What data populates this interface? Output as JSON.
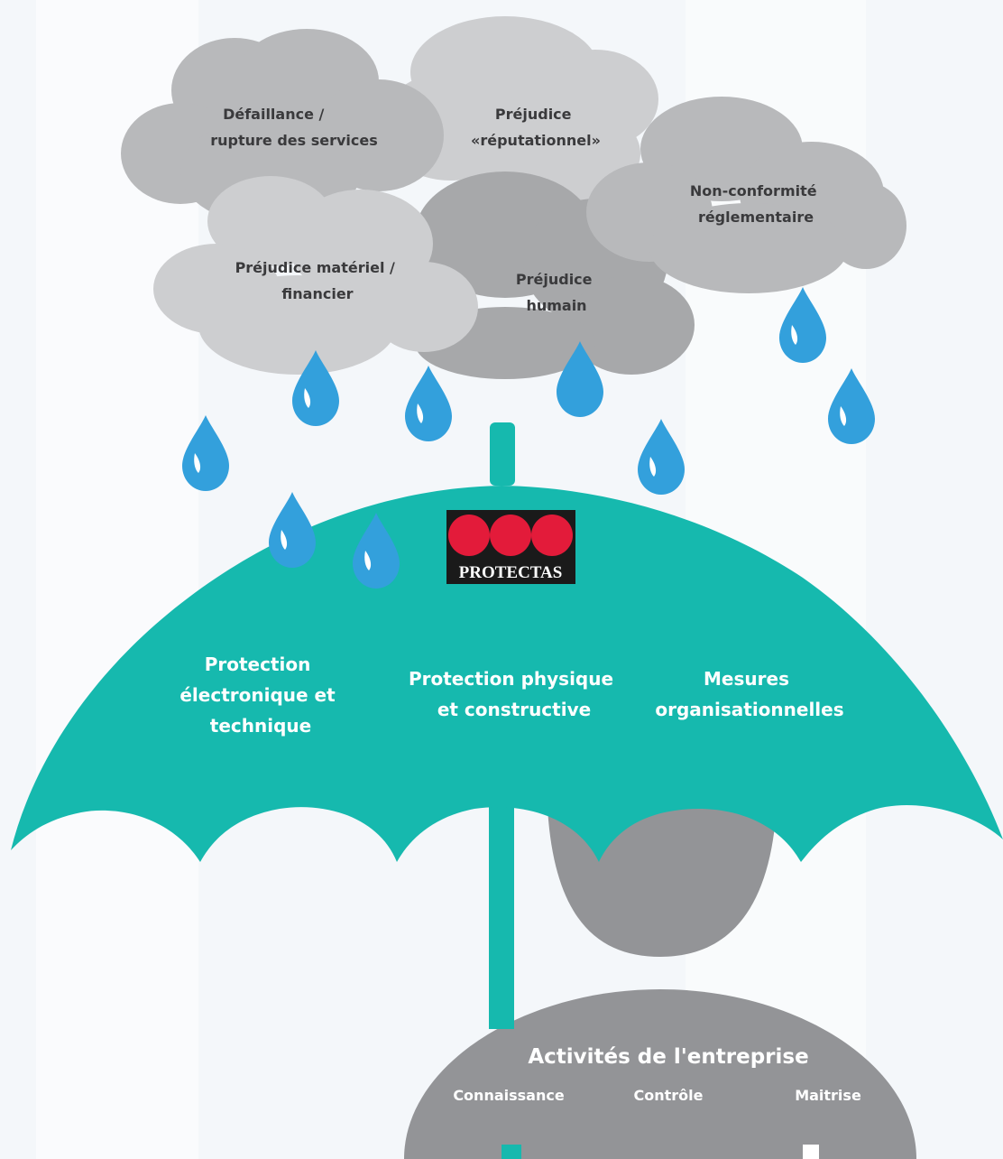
{
  "clouds": {
    "defaillance": [
      "Défaillance /",
      "rupture des services"
    ],
    "reputation": [
      "Préjudice",
      "«réputationnel»"
    ],
    "conformite": [
      "Non-conformité",
      "réglementaire"
    ],
    "materiel": [
      "Préjudice matériel /",
      "financier"
    ],
    "humain": [
      "Préjudice",
      "humain"
    ]
  },
  "logo": {
    "text": "PROTECTAS",
    "dot_color": "#e31b3a"
  },
  "umbrella": {
    "color": "#16b9ae",
    "sections": {
      "electronique": [
        "Protection",
        "électronique et",
        "technique"
      ],
      "physique": [
        "Protection physique",
        "et constructive"
      ],
      "organisation": [
        "Mesures",
        "organisationnelles"
      ]
    }
  },
  "person": {
    "color": "#939497",
    "title": "Activités de l'entreprise",
    "labels": [
      "Connaissance",
      "Contrôle",
      "Maitrise"
    ]
  },
  "colors": {
    "cloud_light": "#cdced0",
    "cloud_mid": "#b8b9bb",
    "cloud_dark": "#a7a8aa",
    "drop": "#33a0dc"
  }
}
